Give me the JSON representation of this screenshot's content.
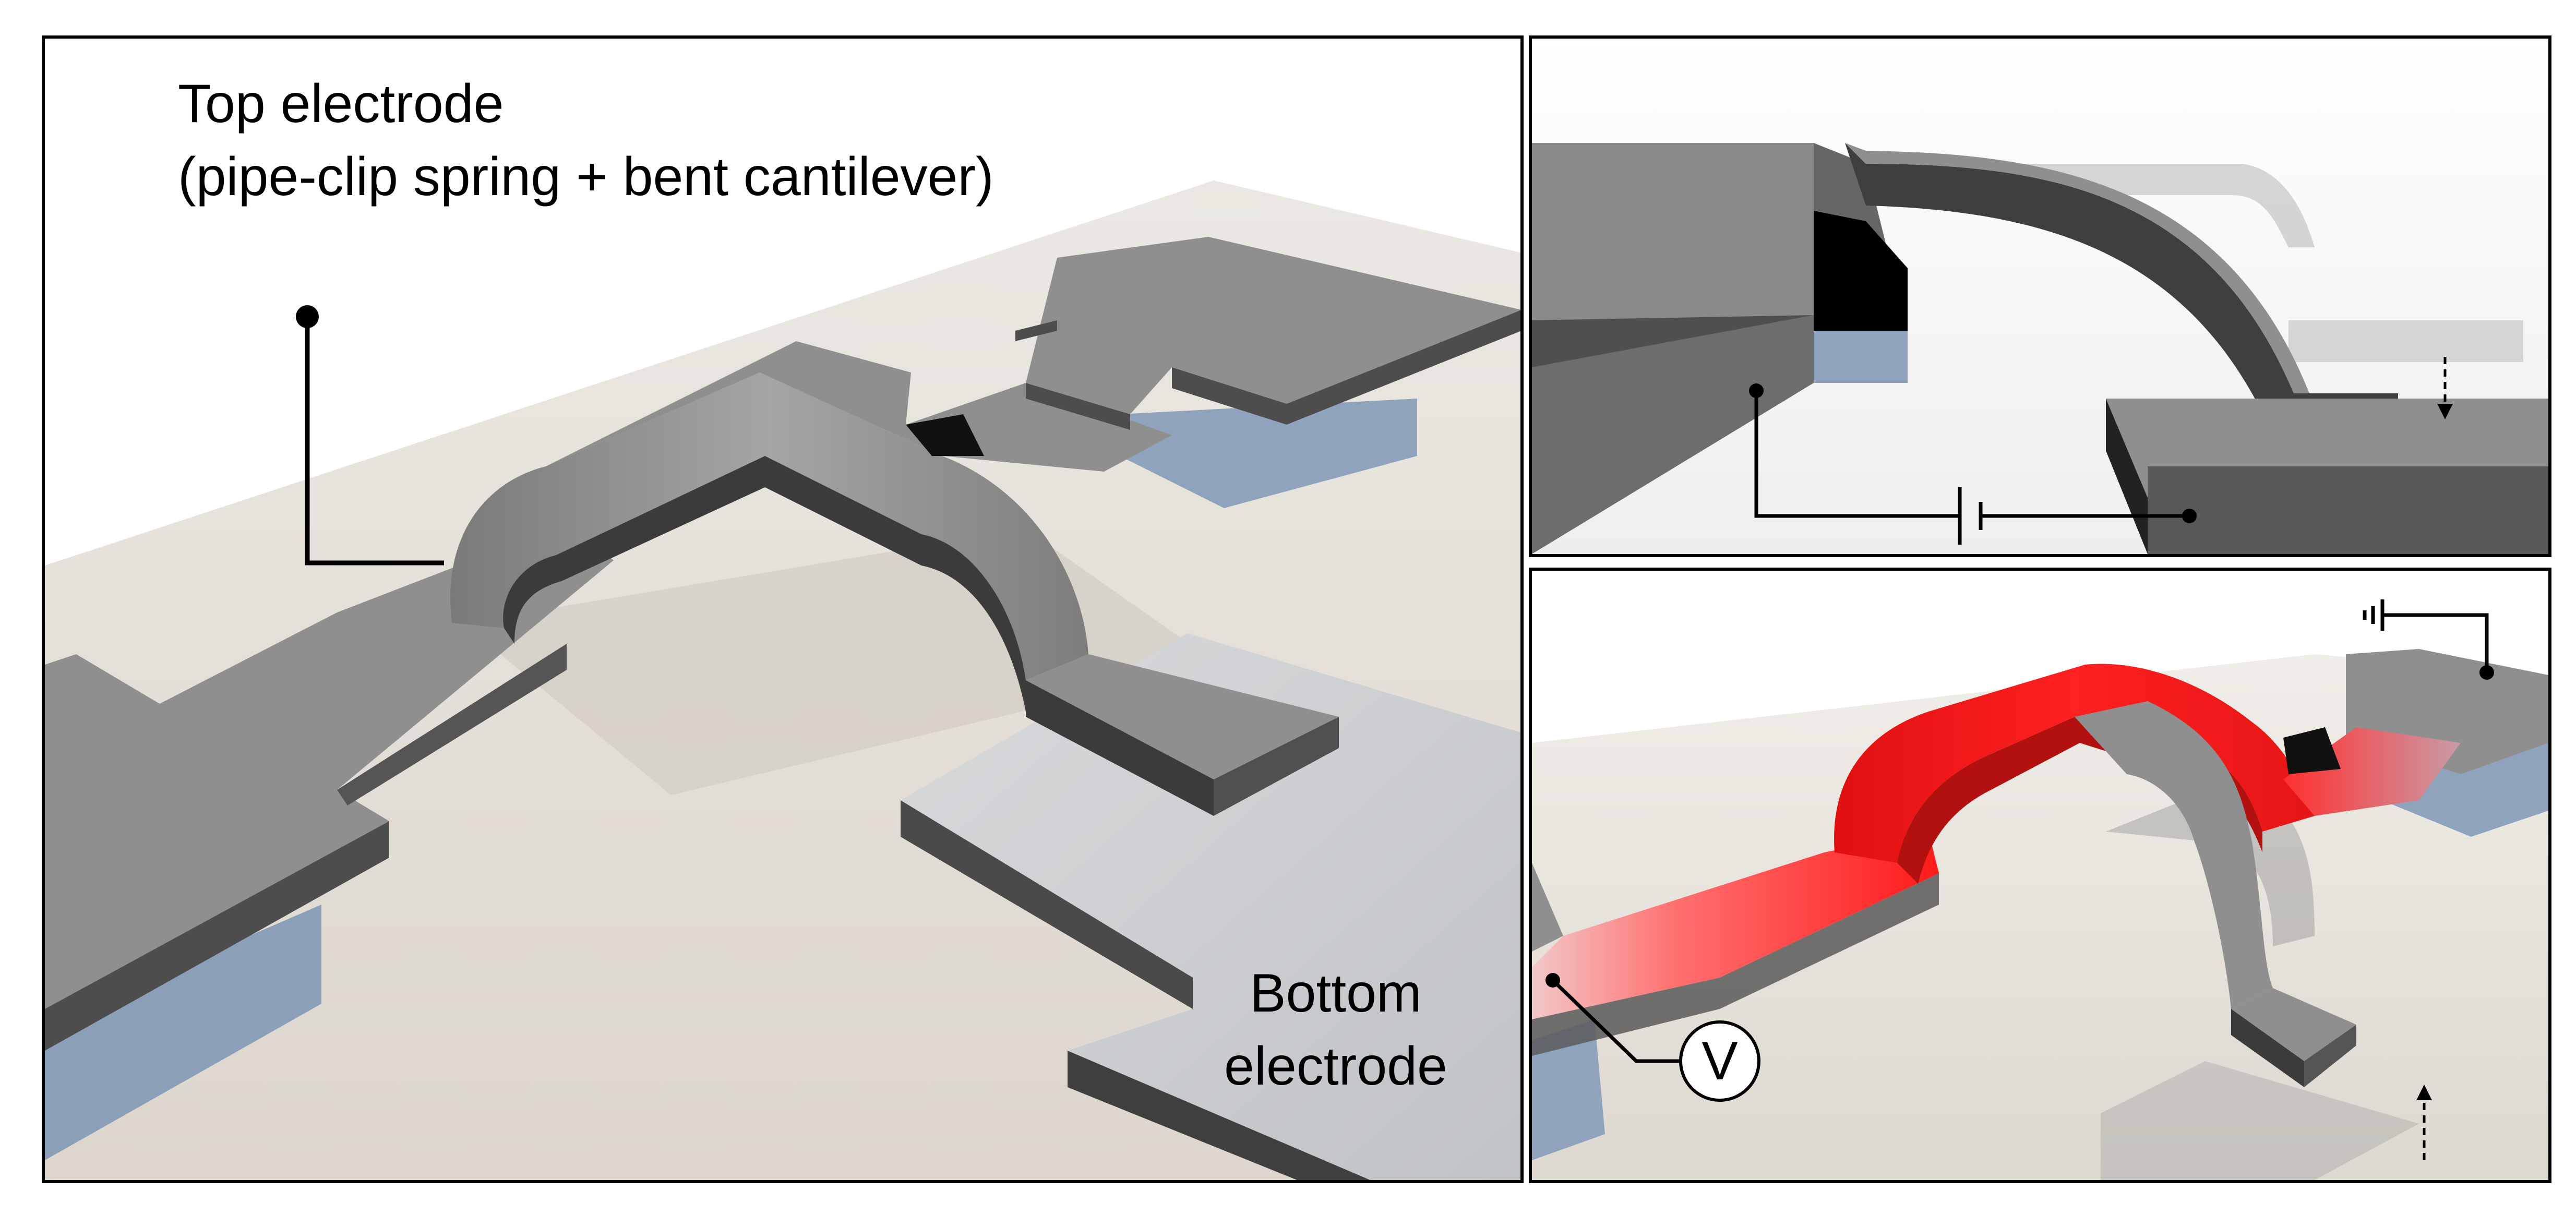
{
  "left_panel": {
    "top_label": {
      "line1": "Top electrode",
      "line2": "(pipe-clip spring + bent cantilever)"
    },
    "bottom_label": {
      "line1": "Bottom",
      "line2": "electrode"
    }
  },
  "bottom_right_panel": {
    "voltmeter_symbol": "V"
  },
  "colors": {
    "background_floor": "#e2ddd5",
    "electrode_top": "#8f8f8f",
    "electrode_side": "#4d4d4d",
    "anchor_blue": "#8c9fb8",
    "bottom_electrode": "#c9cbce",
    "stress_red": "#ff1a1a"
  }
}
